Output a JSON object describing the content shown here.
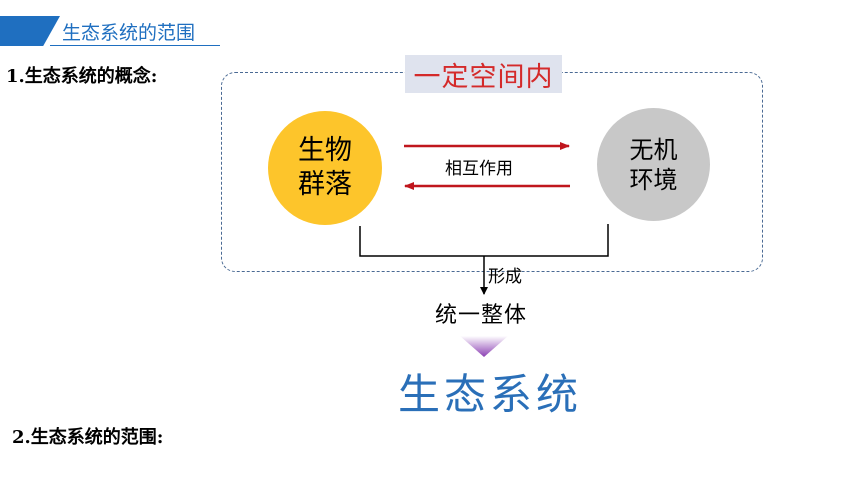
{
  "header": {
    "title": "生态系统的范围"
  },
  "sections": {
    "s1": "1.生态系统的概念:",
    "s2": "2.生态系统的范围:"
  },
  "diagram": {
    "space_label": "一定空间内",
    "biocommunity": "生物\n群落",
    "environment": "无机\n环境",
    "interaction": "相互作用",
    "form": "形成",
    "unity": "统一整体",
    "result": "生态系统"
  },
  "colors": {
    "accent": "#1f6fc0",
    "arrow": "#c0161d",
    "bio": "#fdc52b",
    "env": "#c8c8c8",
    "result": "#2a6fb8",
    "funnel": "#8b3fb3"
  }
}
